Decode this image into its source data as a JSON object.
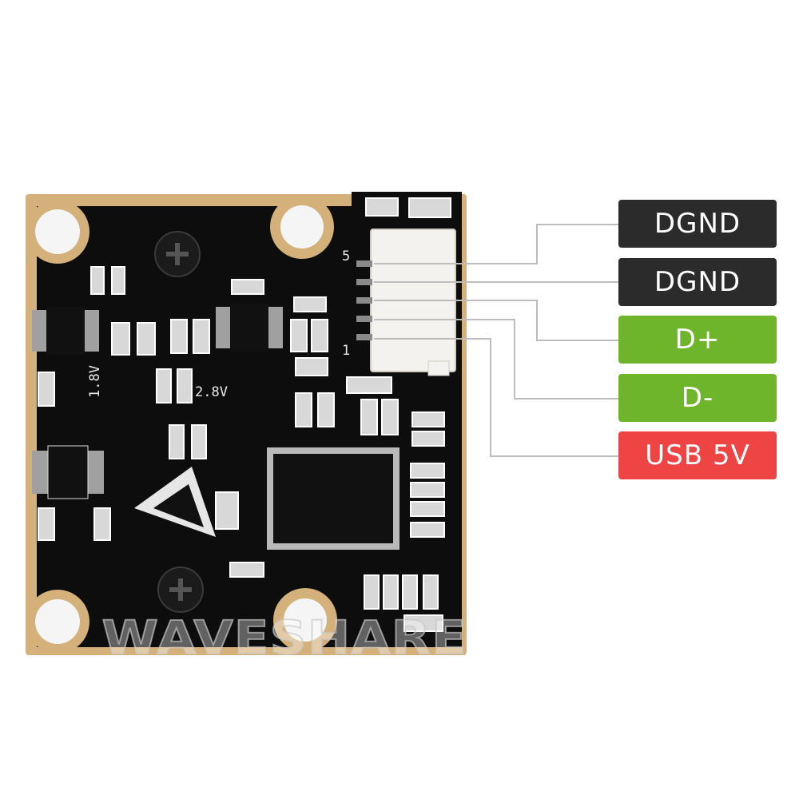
{
  "board": {
    "silkscreen": {
      "v18": "1.8V",
      "v28": "2.8V",
      "pin5": "5",
      "pin1": "1"
    },
    "watermark": "WAVESHARE"
  },
  "pins": [
    {
      "label": "DGND",
      "color": "#2b2b2b"
    },
    {
      "label": "DGND",
      "color": "#2b2b2b"
    },
    {
      "label": "D+",
      "color": "#6fb52b"
    },
    {
      "label": "D-",
      "color": "#6fb52b"
    },
    {
      "label": "USB 5V",
      "color": "#ef4444"
    }
  ]
}
